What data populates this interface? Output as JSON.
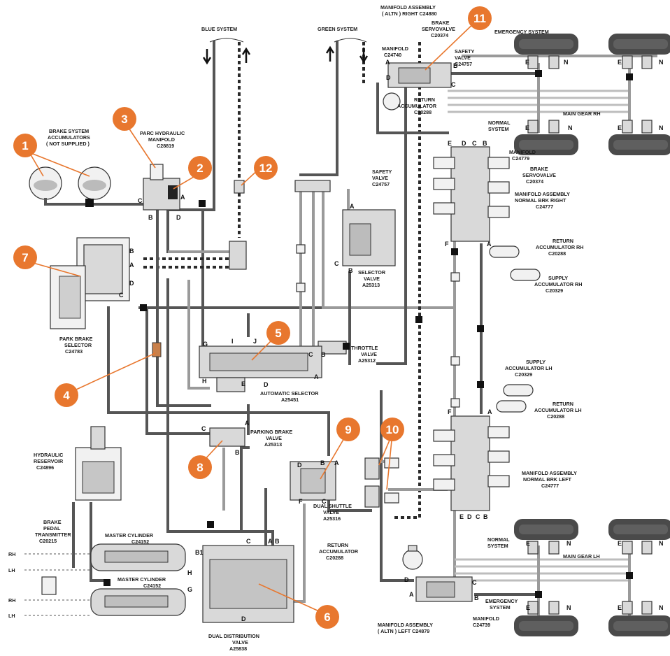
{
  "labels": {
    "blue_system": "BLUE SYSTEM",
    "green_system": "GREEN SYSTEM",
    "manifold_assy_altn_right_1": "MANIFOLD ASSEMBLY",
    "manifold_assy_altn_right_2": "( ALTN ) RIGHT C24880",
    "brake_servovalve_top_1": "BRAKE",
    "brake_servovalve_top_2": "SERVOVALVE",
    "brake_servovalve_top_3": "C20374",
    "emergency_system_top": "EMERGENCY SYSTEM",
    "manifold_c24740_1": "MANIFOLD",
    "manifold_c24740_2": "C24740",
    "safety_valve_top_1": "SAFETY",
    "safety_valve_top_2": "VALVE",
    "safety_valve_top_3": "C24757",
    "return_accum_top_1": "RETURN",
    "return_accum_top_2": "ACCUMULATOR",
    "return_accum_top_3": "C20288",
    "main_gear_rh": "MAIN GEAR  RH",
    "normal_system_top_1": "NORMAL",
    "normal_system_top_2": "SYSTEM",
    "brake_accums_1": "BRAKE SYSTEM",
    "brake_accums_2": "ACCUMULATORS",
    "brake_accums_3": "( NOT SUPPLIED )",
    "parc_hyd_1": "PARC HYDRAULIC",
    "parc_hyd_2": "MANIFOLD",
    "parc_hyd_3": "C28819",
    "manifold_c24779_1": "MANIFOLD",
    "manifold_c24779_2": "C24779",
    "brake_servo_mid_1": "BRAKE",
    "brake_servo_mid_2": "SERVOVALVE",
    "brake_servo_mid_3": "C20374",
    "manifold_normal_right_1": "MANIFOLD ASSEMBLY",
    "manifold_normal_right_2": "NORMAL BRK RIGHT",
    "manifold_normal_right_3": "C24777",
    "safety_valve_mid_1": "SAFETY",
    "safety_valve_mid_2": "VALVE",
    "safety_valve_mid_3": "C24757",
    "selector_valve_1": "SELECTOR",
    "selector_valve_2": "VALVE",
    "selector_valve_3": "A25313",
    "return_accum_rh_1": "RETURN",
    "return_accum_rh_2": "ACCUMULATOR RH",
    "return_accum_rh_3": "C20288",
    "supply_accum_rh_1": "SUPPLY",
    "supply_accum_rh_2": "ACCUMULATOR RH",
    "supply_accum_rh_3": "C20329",
    "park_brake_sel_1": "PARK BRAKE",
    "park_brake_sel_2": "SELECTOR",
    "park_brake_sel_3": "C24783",
    "throttle_valve_1": "THROTTLE",
    "throttle_valve_2": "VALVE",
    "throttle_valve_3": "A25312",
    "auto_selector_1": "AUTOMATIC SELECTOR",
    "auto_selector_2": "A25451",
    "supply_accum_lh_1": "SUPPLY",
    "supply_accum_lh_2": "ACCUMULATOR LH",
    "supply_accum_lh_3": "C20329",
    "return_accum_lh_1": "RETURN",
    "return_accum_lh_2": "ACCUMULATOR LH",
    "return_accum_lh_3": "C20288",
    "parking_brake_valve_1": "PARKING BRAKE",
    "parking_brake_valve_2": "VALVE",
    "parking_brake_valve_3": "A25313",
    "hyd_reservoir_1": "HYDRAULIC",
    "hyd_reservoir_2": "RESERVOIR",
    "hyd_reservoir_3": "C24896",
    "manifold_normal_left_1": "MANIFOLD ASSEMBLY",
    "manifold_normal_left_2": "NORMAL BRK LEFT",
    "manifold_normal_left_3": "C24777",
    "dual_shuttle_1": "DUAL SHUTTLE",
    "dual_shuttle_2": "VALVE",
    "dual_shuttle_3": "A25316",
    "brake_pedal_1": "BRAKE",
    "brake_pedal_2": "PEDAL",
    "brake_pedal_3": "TRANSMITTER",
    "brake_pedal_4": "C20215",
    "master_cyl_top_1": "MASTER CYLINDER",
    "master_cyl_top_2": "C24152",
    "master_cyl_bot_1": "MASTER CYLINDER",
    "master_cyl_bot_2": "C24152",
    "normal_system_bot_1": "NORMAL",
    "normal_system_bot_2": "SYSTEM",
    "main_gear_lh": "MAIN GEAR  LH",
    "return_accum_bot_1": "RETURN",
    "return_accum_bot_2": "ACCUMULATOR",
    "return_accum_bot_3": "C20288",
    "emergency_system_bot_1": "EMERGENCY",
    "emergency_system_bot_2": "SYSTEM",
    "manifold_c24739_1": "MANIFOLD",
    "manifold_c24739_2": "C24739",
    "manifold_altn_left_1": "MANIFOLD ASSEMBLY",
    "manifold_altn_left_2": "( ALTN ) LEFT C24879",
    "dual_dist_1": "DUAL DISTRIBUTION",
    "dual_dist_2": "VALVE",
    "dual_dist_3": "A25838",
    "rh_1": "RH",
    "lh_1": "LH",
    "rh_2": "RH",
    "lh_2": "LH"
  },
  "ports": {
    "A": "A",
    "B": "B",
    "C": "C",
    "D": "D",
    "E": "E",
    "F": "F",
    "G": "G",
    "H": "H",
    "I": "I",
    "J": "J",
    "N": "N",
    "B1": "B1"
  },
  "callouts": [
    "1",
    "2",
    "3",
    "4",
    "5",
    "6",
    "7",
    "8",
    "9",
    "10",
    "11",
    "12"
  ],
  "colors": {
    "callout": "#e8772e",
    "pipe_dark": "#555555",
    "pipe_light": "#9a9a9a",
    "component": "#d9d9d9"
  }
}
